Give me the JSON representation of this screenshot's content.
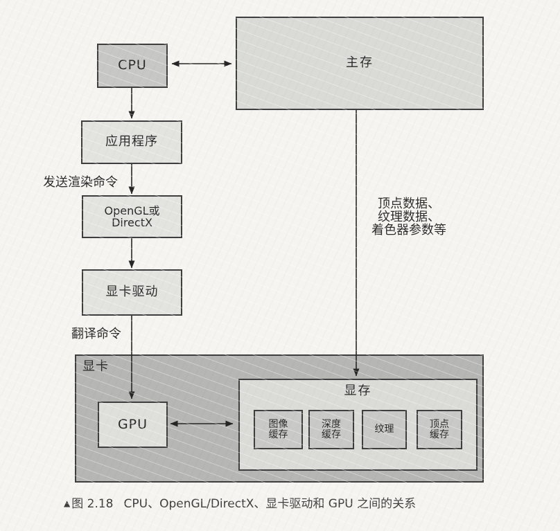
{
  "colors": {
    "paper": "#f5f4f0",
    "box_light": "#e3e3e0",
    "cpu_fill": "#c7c8c5",
    "memory_fill": "#dadad7",
    "card_fill": "#b6b7b4",
    "gpu_fill": "#dfdfdc",
    "vram_fill": "#dbdbd8",
    "buffer_fill": "#c9cac7",
    "border": "#3e3e3e",
    "text": "#2a2a2a",
    "arrow": "#262626"
  },
  "nodes": {
    "cpu": {
      "label": "CPU"
    },
    "main_memory": {
      "label": "主存"
    },
    "application": {
      "label": "应用程序"
    },
    "api": {
      "line1": "OpenGL或",
      "line2": "DirectX"
    },
    "driver": {
      "label": "显卡驱动"
    },
    "graphics_card": {
      "label": "显卡"
    },
    "gpu": {
      "label": "GPU"
    },
    "vram": {
      "label": "显存"
    },
    "buffers": [
      {
        "line1": "图像",
        "line2": "缓存"
      },
      {
        "line1": "深度",
        "line2": "缓存"
      },
      {
        "line1": "纹理",
        "line2": ""
      },
      {
        "line1": "顶点",
        "line2": "缓存"
      }
    ]
  },
  "edge_labels": {
    "send_render": "发送渲染命令",
    "translate": "翻译命令",
    "transfer_line1": "顶点数据、",
    "transfer_line2": "纹理数据、",
    "transfer_line3": "着色器参数等"
  },
  "caption": {
    "marker": "▲",
    "figure_number": "图 2.18",
    "title": "CPU、OpenGL/DirectX、显卡驱动和 GPU 之间的关系"
  }
}
